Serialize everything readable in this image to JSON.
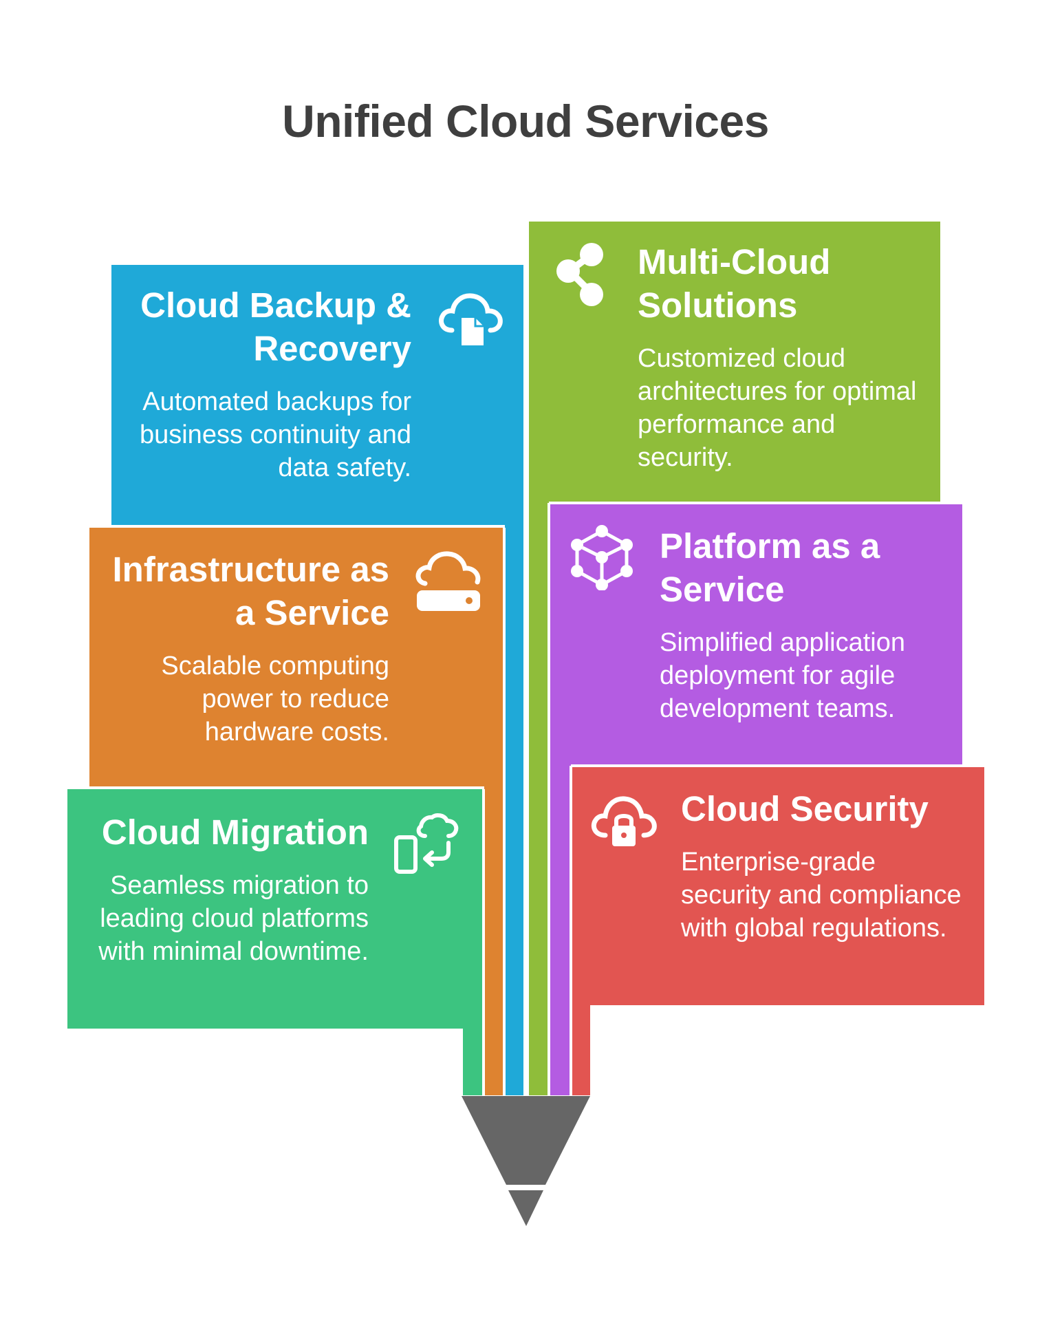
{
  "title": "Unified Cloud Services",
  "colors": {
    "blue": "#1FA9D8",
    "orange": "#DE8330",
    "green": "#3CC480",
    "lime": "#8FBD3A",
    "purple": "#B45CE2",
    "red": "#E25551",
    "pencil_tip": "#666666",
    "title": "#3f3f3f"
  },
  "cards": {
    "backup": {
      "title": "Cloud Backup & Recovery",
      "description": "Automated backups for business continuity and data safety.",
      "icon": "cloud-document-icon"
    },
    "iaas": {
      "title": "Infrastructure as a Service",
      "description": "Scalable computing power to reduce hardware costs.",
      "icon": "cloud-server-icon"
    },
    "migration": {
      "title": "Cloud Migration",
      "description": "Seamless migration to leading cloud platforms with minimal downtime.",
      "icon": "device-cloud-sync-icon"
    },
    "multicloud": {
      "title": "Multi-Cloud Solutions",
      "description": "Customized cloud architectures for optimal performance and security.",
      "icon": "share-nodes-icon"
    },
    "paas": {
      "title": "Platform as a Service",
      "description": "Simplified application deployment for agile development teams.",
      "icon": "network-platform-icon"
    },
    "security": {
      "title": "Cloud Security",
      "description": "Enterprise-grade security and compliance with global regulations.",
      "icon": "cloud-lock-icon"
    }
  }
}
